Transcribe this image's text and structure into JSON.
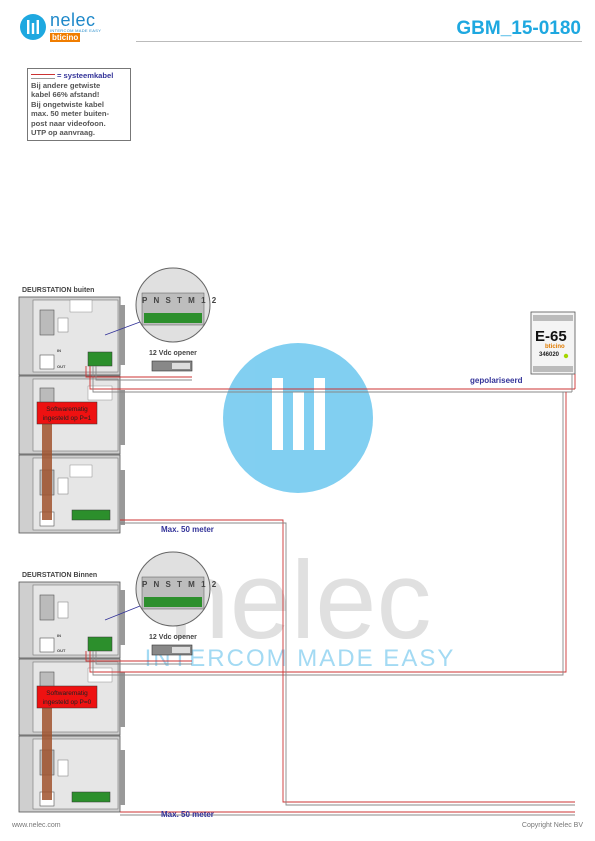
{
  "header": {
    "logo_word": "nelec",
    "logo_tagline": "INTERCOM MADE EASY",
    "logo_brand": "bticino",
    "document_code": "GBM_15-0180"
  },
  "note": {
    "title": "= systeemkabel",
    "lines": [
      "Bij andere getwiste",
      "kabel 66% afstand!",
      "Bij ongetwiste kabel",
      "max. 50 meter buiten-",
      "post naar videofoon.",
      "UTP op aanvraag."
    ]
  },
  "stations": [
    {
      "title": "DEURSTATION buiten",
      "opener_label": "12 Vdc opener",
      "software_note": "Softwarematig ingesteld op P=1",
      "terminal_labels": [
        "P",
        "N",
        "S",
        "T",
        "M",
        "1",
        "2"
      ]
    },
    {
      "title": "DEURSTATION Binnen",
      "opener_label": "12 Vdc opener",
      "software_note": "Softwarematig ingesteld op P=0",
      "terminal_labels": [
        "P",
        "N",
        "S",
        "T",
        "M",
        "1",
        "2"
      ]
    }
  ],
  "module_labels": {
    "in": "IN",
    "out": "OUT"
  },
  "power_supply": {
    "model": "E-65",
    "brand": "bticino",
    "code": "346020",
    "polarity_note": "gepolariseerd"
  },
  "distances": [
    "Max. 50 meter",
    "Max. 50 meter"
  ],
  "watermark": {
    "word": "nelec",
    "tagline": "INTERCOM MADE EASY"
  },
  "footer": {
    "left": "www.nelec.com",
    "right": "Copyright Nelec BV"
  },
  "colors": {
    "accent": "#1ea8e0",
    "wire_red": "#cc3333",
    "software_box": "#ee1111",
    "label_blue": "#333399"
  }
}
